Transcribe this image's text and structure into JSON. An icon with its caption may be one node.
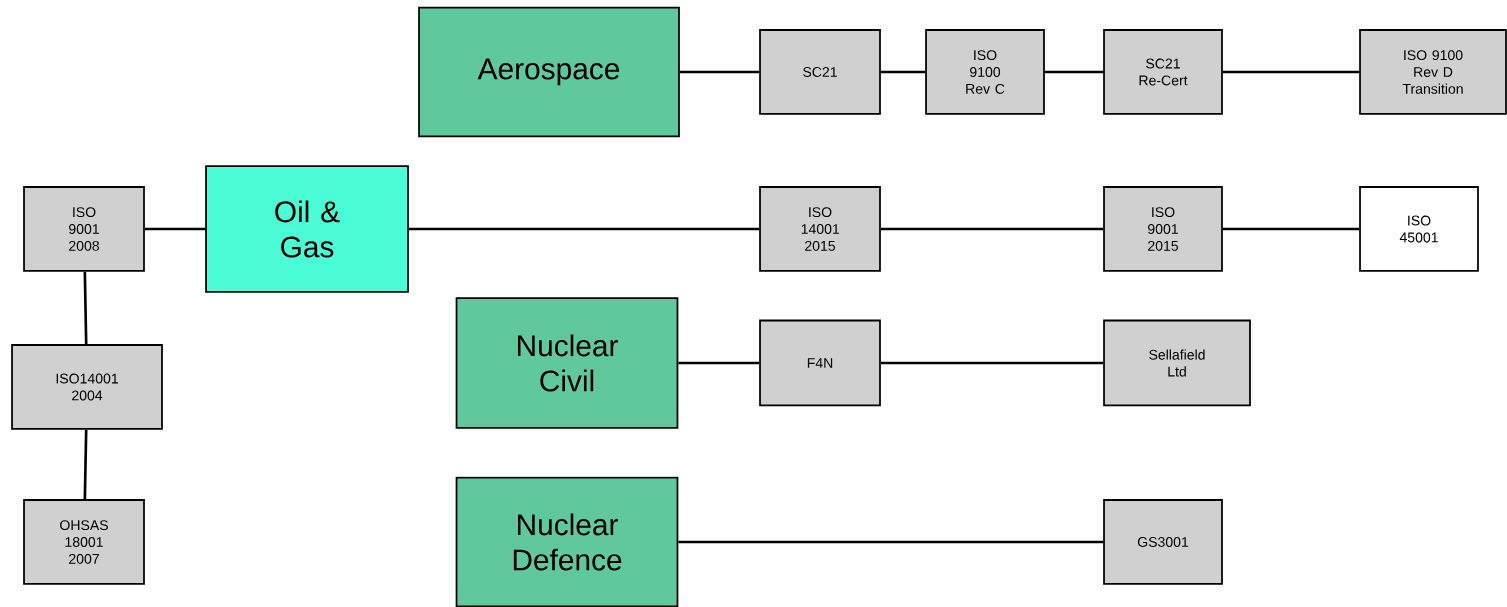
{
  "diagram": {
    "nodes": [
      {
        "text": [
          "Aerospace"
        ]
      },
      {
        "text": [
          "SC21"
        ]
      },
      {
        "text": [
          "ISO 9100 Rev C"
        ]
      },
      {
        "text": [
          "SC21 Re-Cert"
        ]
      },
      {
        "text": [
          "ISO 9100 Rev D Transition"
        ]
      },
      {
        "text": [
          "ISO 9001 2008"
        ]
      },
      {
        "text": [
          "Oil & Gas"
        ]
      },
      {
        "text": [
          "ISO 14001 2015"
        ]
      },
      {
        "text": [
          "ISO 9001 2015"
        ]
      },
      {
        "text": [
          "ISO 45001"
        ]
      },
      {
        "text": [
          "ISO14001 2004"
        ]
      },
      {
        "text": [
          "Nuclear Civil"
        ]
      },
      {
        "text": [
          "F4N"
        ]
      },
      {
        "text": [
          "Sellafield Ltd"
        ]
      },
      {
        "text": [
          "OHSAS 18001 2007"
        ]
      },
      {
        "text": [
          "Nuclear Defence"
        ]
      },
      {
        "text": [
          "GS3001"
        ]
      }
    ],
    "edges": [
      {
        "from": 0,
        "to": 1,
        "arrow": "none"
      },
      {
        "from": 1,
        "to": 2,
        "arrow": "none"
      },
      {
        "from": 2,
        "to": 3,
        "arrow": "none"
      },
      {
        "from": 3,
        "to": 4,
        "arrow": "none"
      },
      {
        "from": 5,
        "to": 6,
        "arrow": "none"
      },
      {
        "from": 6,
        "to": 7,
        "arrow": "none"
      },
      {
        "from": 7,
        "to": 8,
        "arrow": "none"
      },
      {
        "from": 8,
        "to": 9,
        "arrow": "none"
      },
      {
        "from": 5,
        "to": 10,
        "arrow": "none"
      },
      {
        "from": 10,
        "to": 14,
        "arrow": "none"
      },
      {
        "from": 11,
        "to": 12,
        "arrow": "none"
      },
      {
        "from": 12,
        "to": 13,
        "arrow": "none"
      },
      {
        "from": 15,
        "to": 16,
        "arrow": "none"
      }
    ]
  }
}
